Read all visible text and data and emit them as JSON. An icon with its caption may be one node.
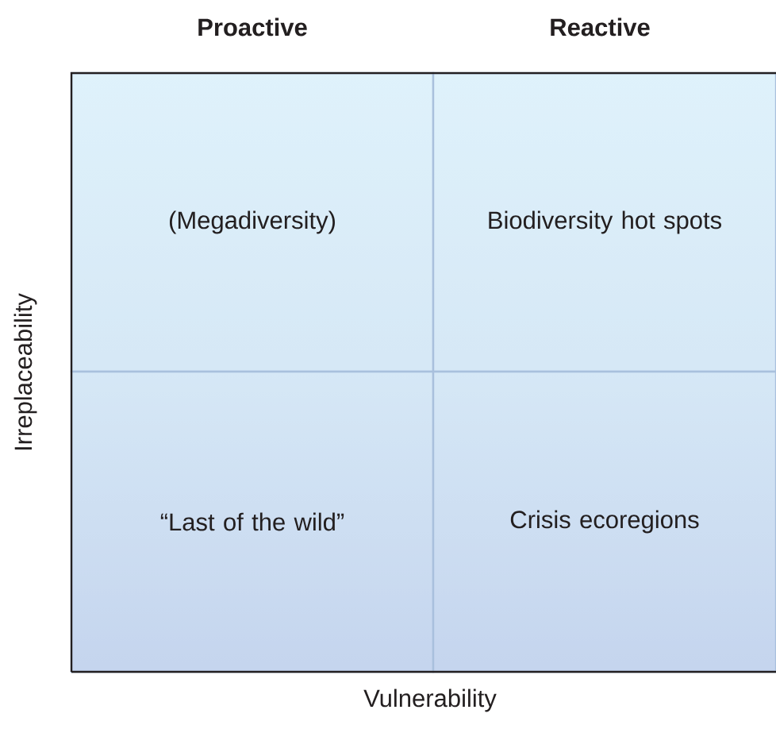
{
  "diagram": {
    "nodes": [
      {
        "text": [
          "(Megadiversity)"
        ]
      },
      {
        "text": [
          "Biodiversity hot spots"
        ]
      },
      {
        "text": [
          "“Last of the wild”"
        ]
      },
      {
        "text": [
          "Crisis ecoregions"
        ]
      }
    ],
    "labels": [
      "Proactive",
      "Reactive",
      "Irreplaceability",
      "Vulnerability"
    ]
  }
}
